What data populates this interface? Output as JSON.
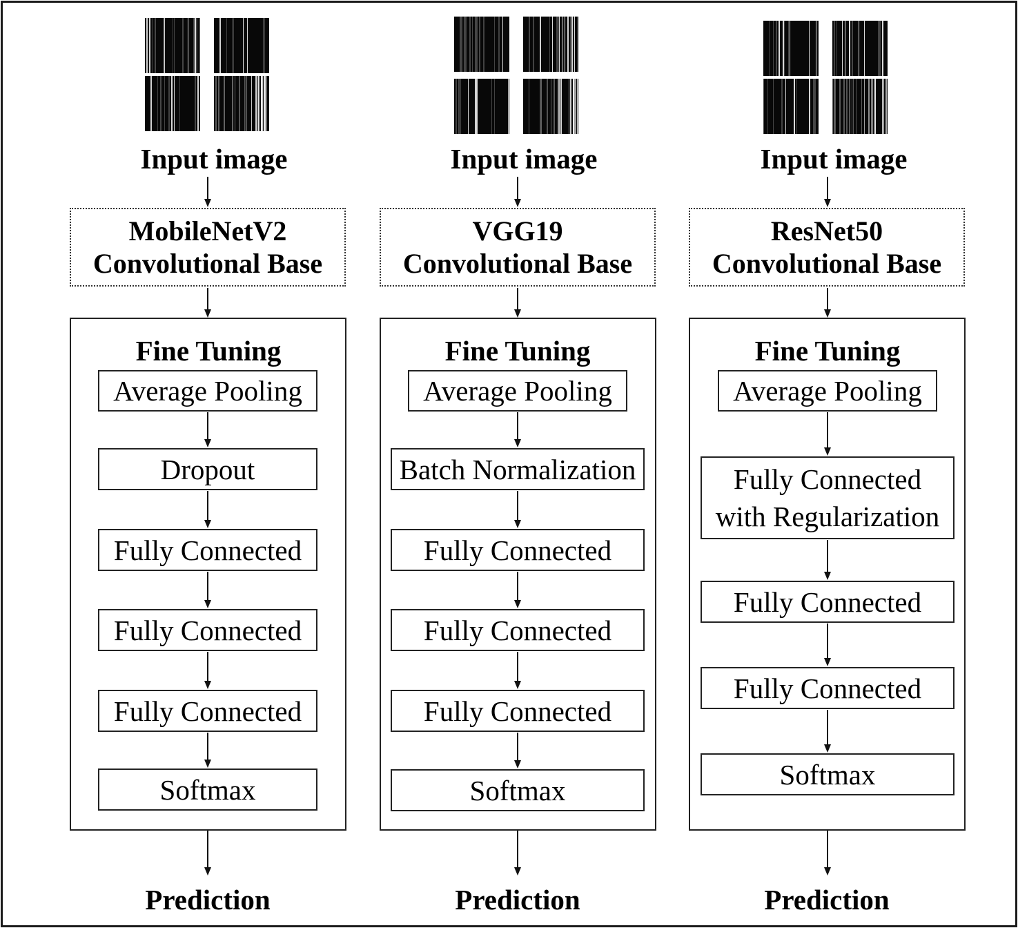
{
  "columns": [
    {
      "input_label": "Input image",
      "base_name": "MobileNetV2",
      "base_sub": "Convolutional Base",
      "fine_tuning_title": "Fine Tuning",
      "layers": [
        "Average Pooling",
        "Dropout",
        "Fully Connected",
        "Fully Connected",
        "Fully Connected",
        "Softmax"
      ],
      "output_label": "Prediction"
    },
    {
      "input_label": "Input image",
      "base_name": "VGG19",
      "base_sub": "Convolutional Base",
      "fine_tuning_title": "Fine Tuning",
      "layers": [
        "Average Pooling",
        "Batch Normalization",
        "Fully Connected",
        "Fully Connected",
        "Fully Connected",
        "Softmax"
      ],
      "output_label": "Prediction"
    },
    {
      "input_label": "Input image",
      "base_name": "ResNet50",
      "base_sub": "Convolutional Base",
      "fine_tuning_title": "Fine Tuning",
      "layers": [
        "Average Pooling",
        "Fully Connected\nwith Regularization",
        "Fully Connected",
        "Fully Connected",
        "Softmax"
      ],
      "output_label": "Prediction"
    }
  ]
}
